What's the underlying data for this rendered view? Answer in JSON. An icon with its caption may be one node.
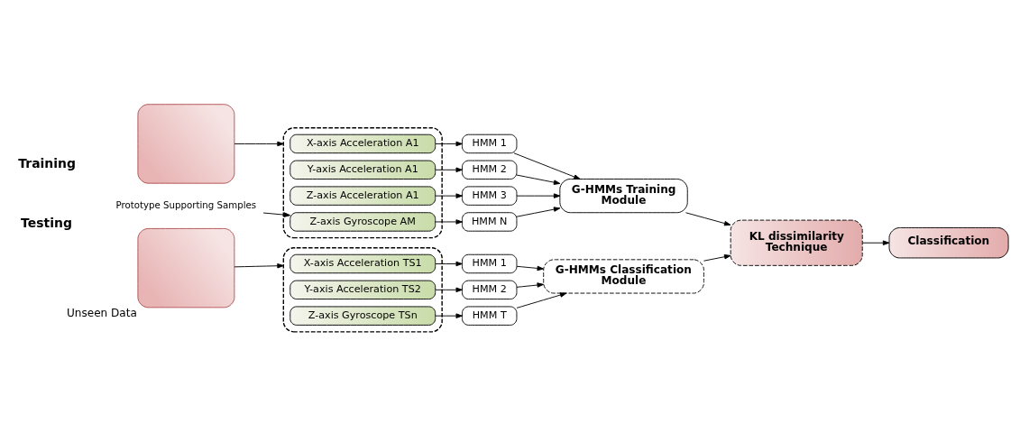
{
  "diagram": {
    "nodes": [
      {
        "text": [],
        "shape": "box"
      },
      {
        "text": [],
        "shape": "box"
      },
      {
        "text": [
          "X-axis Acceleration A1"
        ],
        "in": 1
      },
      {
        "text": [
          "Y-axis Acceleration A1"
        ],
        "in": 1
      },
      {
        "text": [
          "Z-axis Acceleration A1"
        ],
        "in": 1
      },
      {
        "text": [
          "Z-axis Gyroscope AM"
        ],
        "in": 1
      },
      {
        "text": [
          "Prototype Supporting Samples"
        ]
      },
      {
        "text": [
          "HMM 1"
        ]
      },
      {
        "text": [
          "HMM 2"
        ]
      },
      {
        "text": [
          "HMM 3"
        ]
      },
      {
        "text": [
          "HMM N"
        ]
      },
      {
        "text": [
          "G-HMMs Training Module"
        ]
      },
      {
        "text": [
          "KL dissimilarity Technique"
        ]
      },
      {
        "text": [],
        "shape": "box",
        "beside": [
          "Unseen Data"
        ]
      },
      {
        "text": [],
        "shape": "box"
      },
      {
        "text": [
          "X-axis Acceleration TS1"
        ],
        "in": 14
      },
      {
        "text": [
          "Y-axis Acceleration TS2"
        ],
        "in": 14
      },
      {
        "text": [
          "Z-axis Gyroscope TSn"
        ],
        "in": 14
      },
      {
        "text": [
          "HMM 1"
        ]
      },
      {
        "text": [
          "HMM 2"
        ]
      },
      {
        "text": [
          "HMM T"
        ]
      },
      {
        "text": [
          "G-HMMs Classification Module"
        ]
      },
      {
        "text": [
          "Classification"
        ]
      }
    ],
    "edges": [
      {
        "from": 0,
        "to": 1,
        "arrow": "to"
      },
      {
        "from": 6,
        "to": 5,
        "arrow": "to"
      },
      {
        "from": 2,
        "to": 7,
        "arrow": "to"
      },
      {
        "from": 3,
        "to": 8,
        "arrow": "to"
      },
      {
        "from": 4,
        "to": 9,
        "arrow": "to"
      },
      {
        "from": 5,
        "to": 10,
        "arrow": "to"
      },
      {
        "from": 7,
        "to": 11,
        "arrow": "to"
      },
      {
        "from": 8,
        "to": 11,
        "arrow": "to"
      },
      {
        "from": 9,
        "to": 11,
        "arrow": "to"
      },
      {
        "from": 10,
        "to": 11,
        "arrow": "to"
      },
      {
        "from": 11,
        "to": 12,
        "arrow": "to"
      },
      {
        "from": 13,
        "to": 14,
        "arrow": "to"
      },
      {
        "from": 15,
        "to": 18,
        "arrow": "to"
      },
      {
        "from": 16,
        "to": 19,
        "arrow": "to"
      },
      {
        "from": 17,
        "to": 20,
        "arrow": "to"
      },
      {
        "from": 18,
        "to": 21,
        "arrow": "to"
      },
      {
        "from": 19,
        "to": 21,
        "arrow": "to"
      },
      {
        "from": 20,
        "to": 21,
        "arrow": "to"
      },
      {
        "from": 21,
        "to": 12,
        "arrow": "to"
      },
      {
        "from": 12,
        "to": 22,
        "arrow": "to"
      }
    ],
    "labels": [
      "Training",
      "Testing"
    ]
  }
}
